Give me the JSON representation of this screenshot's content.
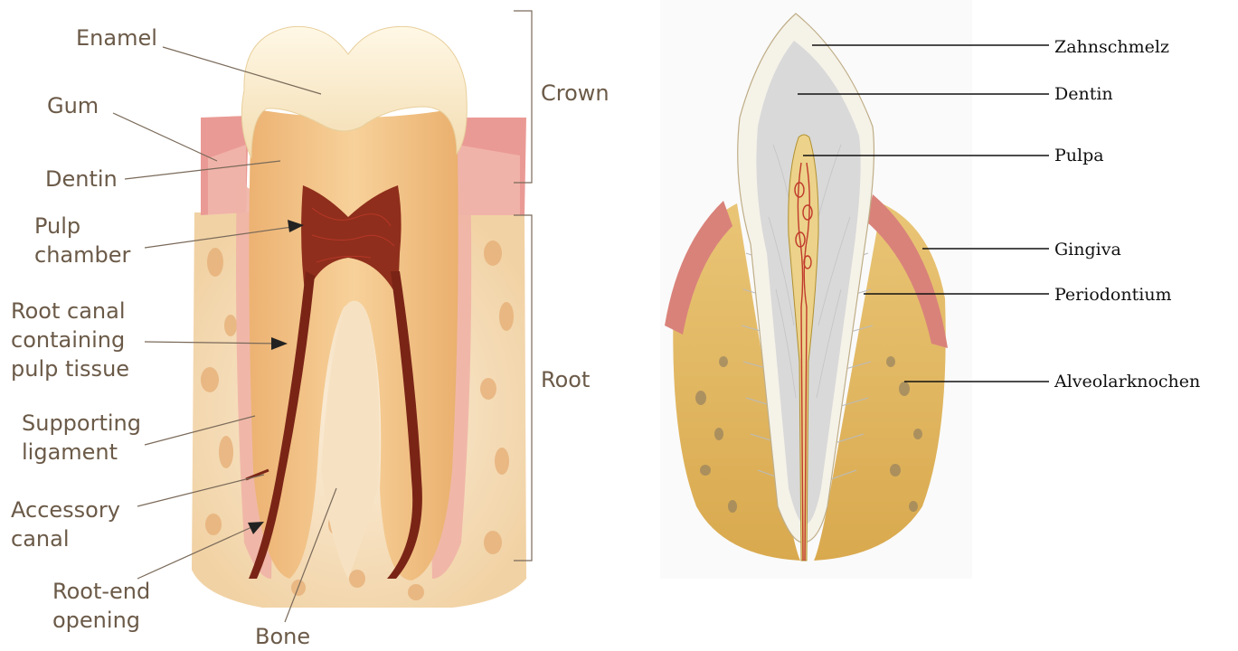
{
  "left_diagram": {
    "labels": {
      "enamel": "Enamel",
      "gum": "Gum",
      "dentin": "Dentin",
      "pulp_chamber_1": "Pulp",
      "pulp_chamber_2": "chamber",
      "root_canal_1": "Root canal",
      "root_canal_2": "containing",
      "root_canal_3": "pulp tissue",
      "ligament_1": "Supporting",
      "ligament_2": "ligament",
      "accessory_1": "Accessory",
      "accessory_2": "canal",
      "rootend_1": "Root-end",
      "rootend_2": "opening",
      "bone": "Bone",
      "crown": "Crown",
      "root": "Root"
    }
  },
  "right_diagram": {
    "labels": {
      "zahnschmelz": "Zahnschmelz",
      "dentin": "Dentin",
      "pulpa": "Pulpa",
      "gingiva": "Gingiva",
      "periodontium": "Periodontium",
      "alveolarknochen": "Alveolarknochen"
    }
  },
  "colors": {
    "enamel": "#fbf1d8",
    "dentin": "#f4c98a",
    "pulp": "#8a2a1a",
    "gum": "#e88f8f",
    "bone": "#f6e4c2",
    "bone_spots": "#e7b27a",
    "right_bone": "#e3b862",
    "right_dentin": "#d8d8d8"
  }
}
